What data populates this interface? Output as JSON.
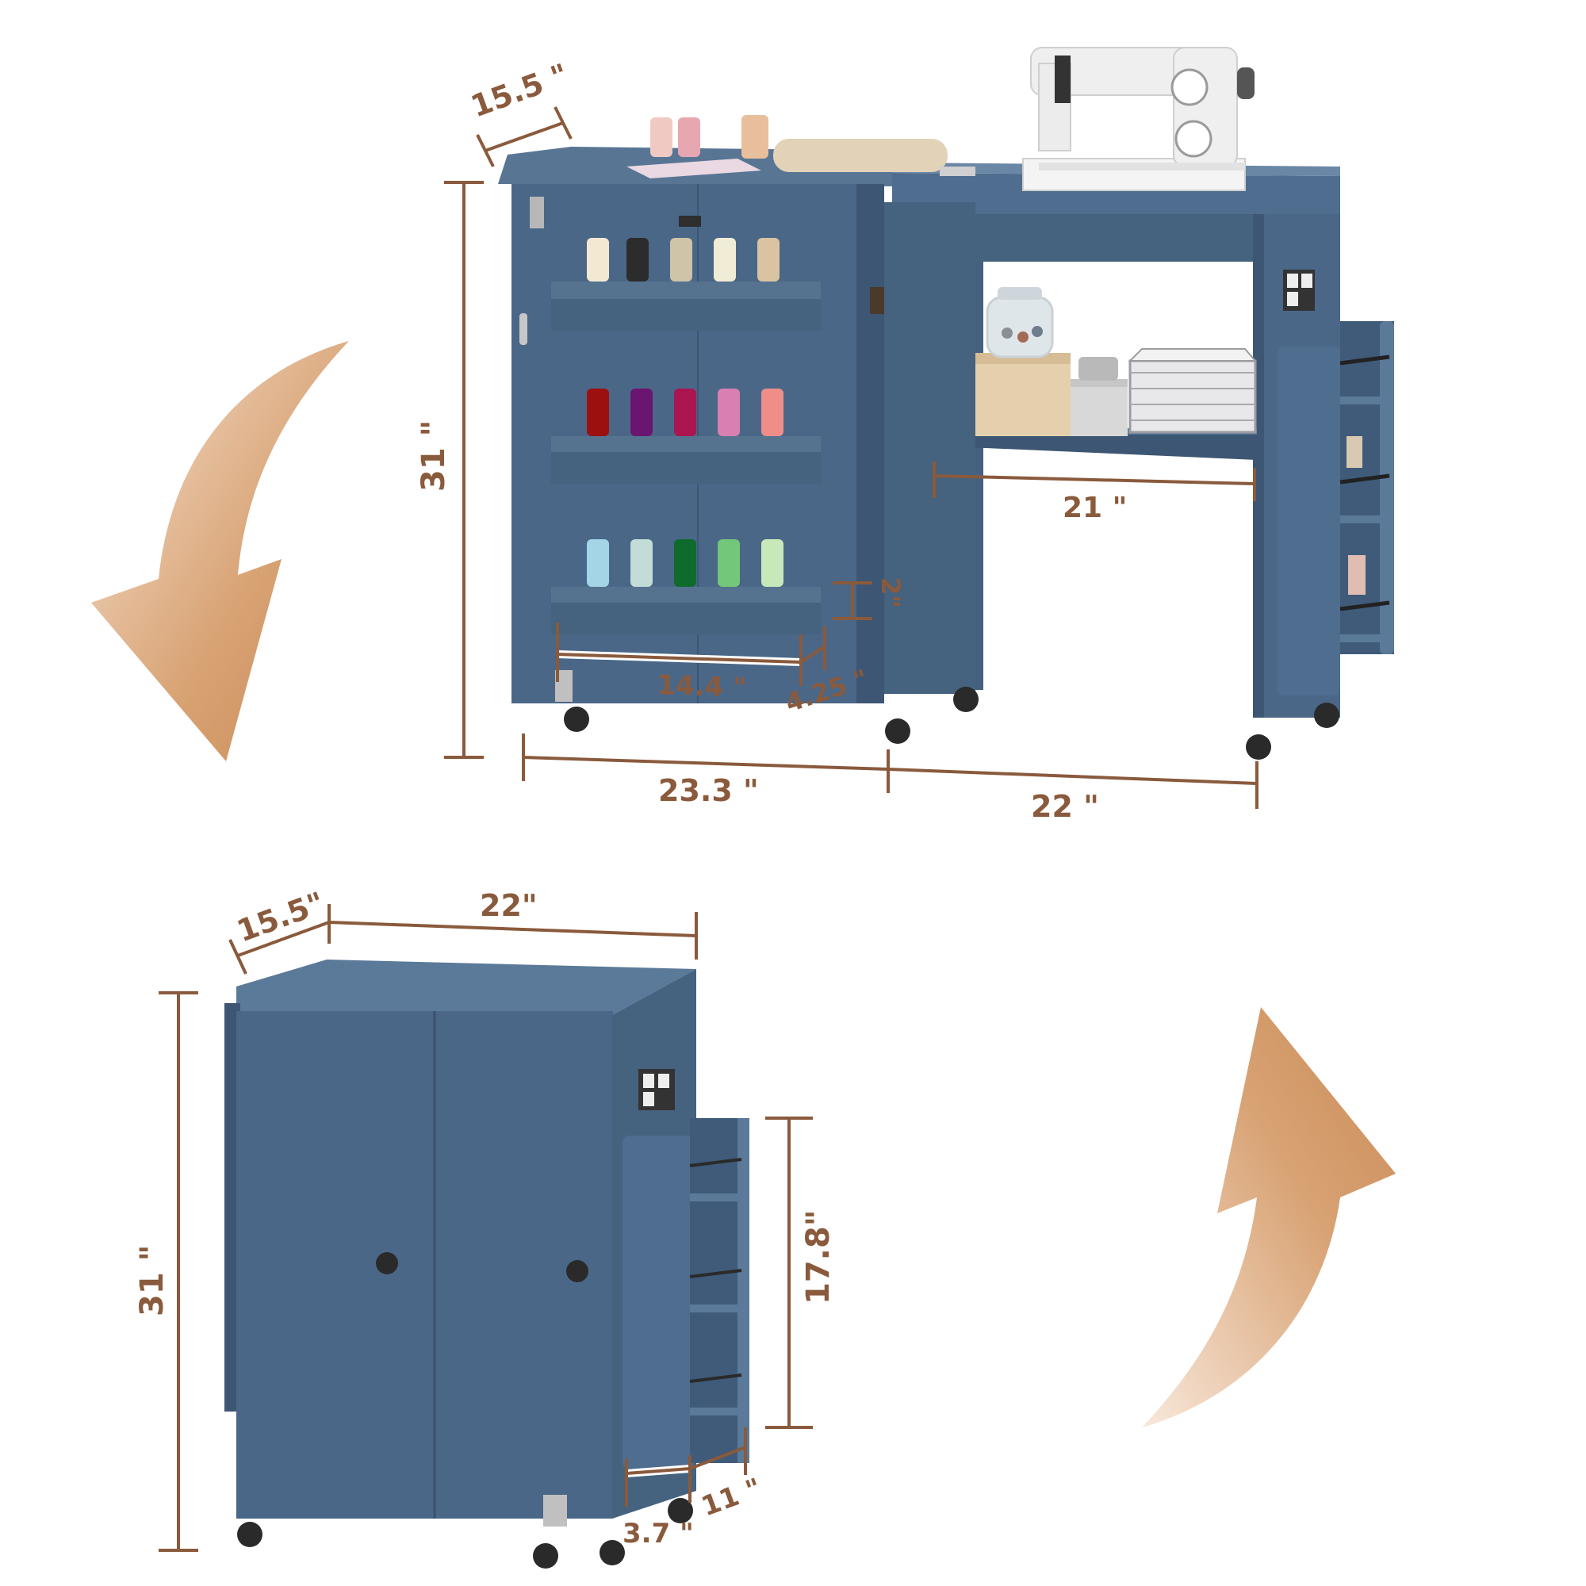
{
  "colors": {
    "cabinet": "#4a6788",
    "cabinet_dark": "#3d5673",
    "cabinet_light": "#5b7999",
    "dimension": "#8a5a3c",
    "arrow": "#d4996a",
    "outlet": "#3a3a3a",
    "machine": "#efefef"
  },
  "icons": {
    "rotate_down": "curved-arrow-down-icon",
    "rotate_up": "curved-arrow-up-icon",
    "outlet": "power-outlet-icon"
  },
  "expanded": {
    "depth": "15.5 \"",
    "height": "31 \"",
    "shelf_width": "21 \"",
    "rack_width": "14.4 \"",
    "rack_depth": "4.25 \"",
    "rack_height": "2\"",
    "left_width": "23.3 \"",
    "right_width": "22 \""
  },
  "folded": {
    "depth": "15.5\"",
    "width": "22\"",
    "height": "31 \"",
    "side_rack_height": "17.8\"",
    "side_rack_width": "3.7 \"",
    "side_rack_depth": "11 \""
  }
}
